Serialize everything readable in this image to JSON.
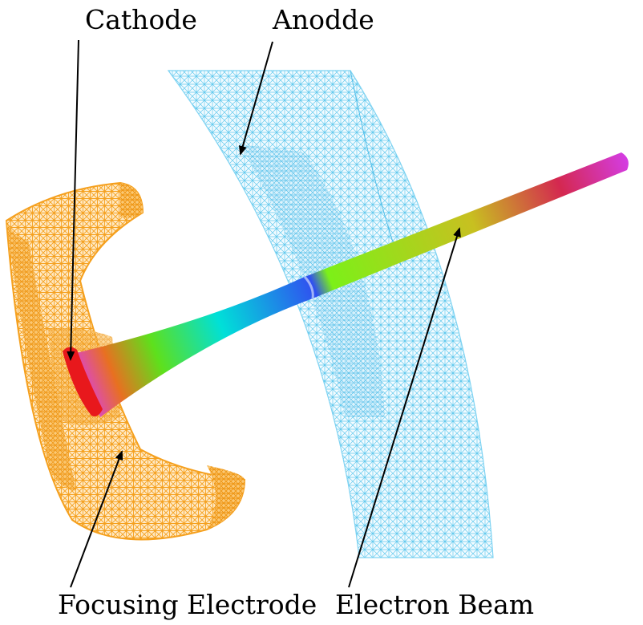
{
  "labels": {
    "cathode": "Cathode",
    "anode": "Anodde",
    "focusing_electrode": "Focusing Electrode",
    "electron_beam": "Electron Beam"
  },
  "colors": {
    "focusing_electrode": "#f5a01e",
    "anode": "#5cc8ec",
    "cathode": "#e8181c",
    "beam_gradient": [
      "#d940e0",
      "#e87020",
      "#5ee01c",
      "#00e0d8",
      "#3050f0",
      "#7cf018",
      "#d42850",
      "#d43ce0"
    ],
    "arrows": "#000000"
  },
  "icons": {
    "focusing_electrode": "wireframe-mesh",
    "anode": "wireframe-mesh",
    "arrow": "arrowhead"
  }
}
